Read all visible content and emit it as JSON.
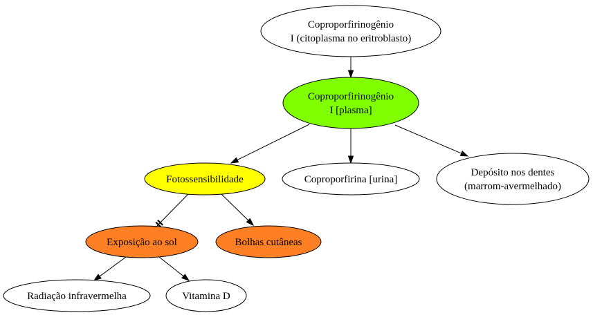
{
  "diagram": {
    "nodes": [
      {
        "id": "coproporfirinogenio-citoplasma",
        "lines": [
          "Coproporfirinogênio",
          "I (citoplasma no eritroblasto)"
        ],
        "color": "#ffffff"
      },
      {
        "id": "coproporfirinogenio-plasma",
        "lines": [
          "Coproporfirinogênio",
          "I [plasma]"
        ],
        "color": "#7fff00"
      },
      {
        "id": "fotossensibilidade",
        "lines": [
          "Fotossensibilidade"
        ],
        "color": "#ffff00"
      },
      {
        "id": "coproporfirina-urina",
        "lines": [
          "Coproporfirina [urina]"
        ],
        "color": "#ffffff"
      },
      {
        "id": "deposito-dentes",
        "lines": [
          "Depósito nos dentes",
          "(marrom-avermelhado)"
        ],
        "color": "#ffffff"
      },
      {
        "id": "exposicao-sol",
        "lines": [
          "Exposição ao sol"
        ],
        "color": "#ff7f24"
      },
      {
        "id": "bolhas-cutaneas",
        "lines": [
          "Bolhas cutâneas"
        ],
        "color": "#ff7f24"
      },
      {
        "id": "radiacao-infravermelha",
        "lines": [
          "Radiação infravermelha"
        ],
        "color": "#ffffff"
      },
      {
        "id": "vitamina-d",
        "lines": [
          "Vitamina D"
        ],
        "color": "#ffffff"
      }
    ],
    "edges": [
      {
        "from": "coproporfirinogenio-citoplasma",
        "to": "coproporfirinogenio-plasma",
        "head": "normal"
      },
      {
        "from": "coproporfirinogenio-plasma",
        "to": "fotossensibilidade",
        "head": "normal"
      },
      {
        "from": "coproporfirinogenio-plasma",
        "to": "coproporfirina-urina",
        "head": "normal"
      },
      {
        "from": "coproporfirinogenio-plasma",
        "to": "deposito-dentes",
        "head": "normal"
      },
      {
        "from": "fotossensibilidade",
        "to": "exposicao-sol",
        "head": "tee-tee"
      },
      {
        "from": "fotossensibilidade",
        "to": "bolhas-cutaneas",
        "head": "normal"
      },
      {
        "from": "exposicao-sol",
        "to": "radiacao-infravermelha",
        "head": "normal"
      },
      {
        "from": "exposicao-sol",
        "to": "vitamina-d",
        "head": "normal"
      }
    ]
  }
}
